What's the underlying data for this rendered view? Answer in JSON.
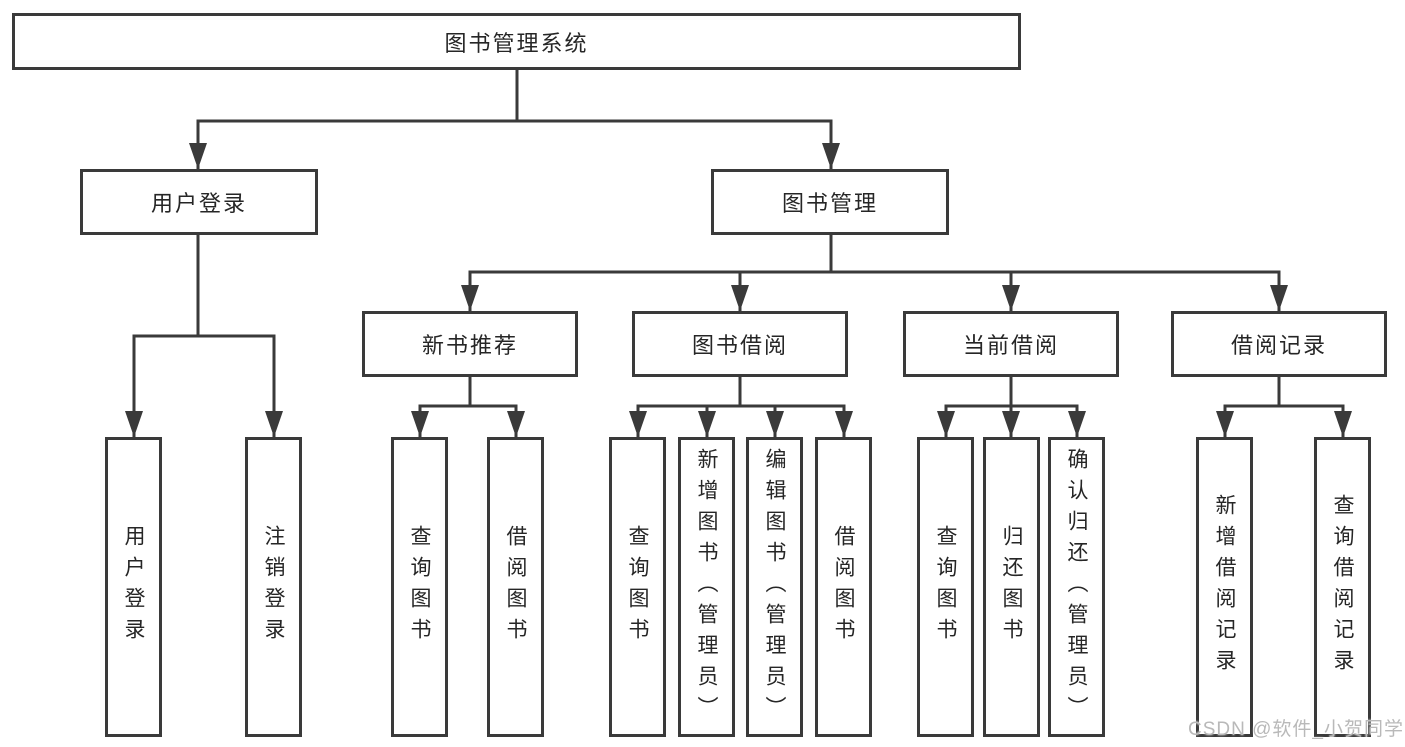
{
  "tree": {
    "root": "图书管理系统",
    "branches": [
      {
        "label": "用户登录",
        "children": [
          "用户登录",
          "注销登录"
        ]
      },
      {
        "label": "图书管理",
        "sections": [
          {
            "label": "新书推荐",
            "children": [
              "查询图书",
              "借阅图书"
            ]
          },
          {
            "label": "图书借阅",
            "children": [
              "查询图书",
              "新增图书（管理员）",
              "编辑图书（管理员）",
              "借阅图书"
            ]
          },
          {
            "label": "当前借阅",
            "children": [
              "查询图书",
              "归还图书",
              "确认归还（管理员）"
            ]
          },
          {
            "label": "借阅记录",
            "children": [
              "新增借阅记录",
              "查询借阅记录"
            ]
          }
        ]
      }
    ]
  },
  "colors": {
    "line": "#3a3a3a",
    "box_border": "#3a3a3a",
    "text": "#262626",
    "watermark": "#b9b9b9"
  },
  "watermark": "CSDN @软件_小贺同学"
}
